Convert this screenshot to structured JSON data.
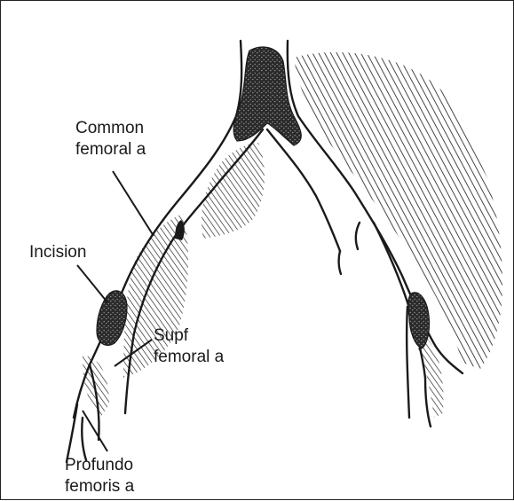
{
  "labels": {
    "common_femoral": [
      "Common",
      "femoral a"
    ],
    "incision": "Incision",
    "superficial_femoral": [
      "Supf",
      "femoral a"
    ],
    "profundo_femoris": [
      "Profundo",
      "femoris a"
    ]
  },
  "colors": {
    "ink": "#1a1a1a",
    "background": "#ffffff"
  }
}
